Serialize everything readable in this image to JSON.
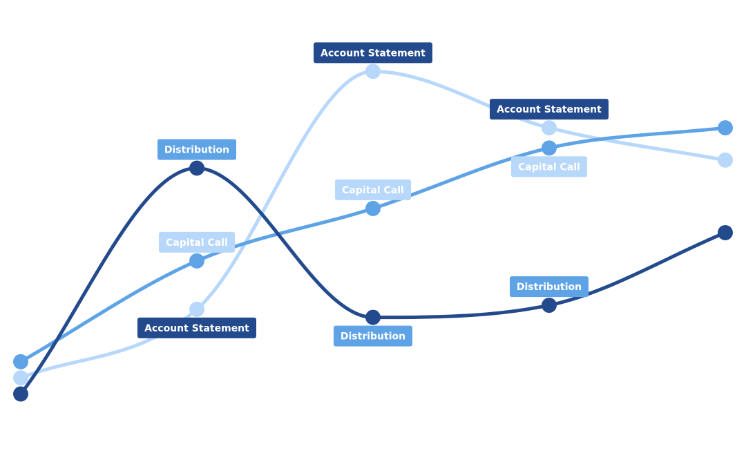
{
  "chart_data": {
    "type": "line",
    "x": [
      0,
      1,
      2,
      3,
      4
    ],
    "xlim": [
      0,
      4
    ],
    "ylim": [
      0,
      100
    ],
    "grid": false,
    "series": [
      {
        "id": "distribution",
        "color": "#234a8c",
        "label_bg": "#5ea3e6",
        "label_color": "#ffffff",
        "values": [
          16,
          72,
          35,
          38,
          56
        ],
        "labels": [
          null,
          {
            "text": "Distribution",
            "pos": "above"
          },
          {
            "text": "Distribution",
            "pos": "below"
          },
          {
            "text": "Distribution",
            "pos": "above"
          },
          null
        ]
      },
      {
        "id": "capital-call",
        "color": "#5ea3e6",
        "label_bg": "#b7d7fb",
        "label_color": "#ffffff",
        "values": [
          24,
          49,
          62,
          77,
          82
        ],
        "labels": [
          null,
          {
            "text": "Capital Call",
            "pos": "above"
          },
          {
            "text": "Capital Call",
            "pos": "above"
          },
          {
            "text": "Capital Call",
            "pos": "below"
          },
          null
        ]
      },
      {
        "id": "account-statement",
        "color": "#b7d7fb",
        "label_bg": "#234a8c",
        "label_color": "#ffffff",
        "values": [
          20,
          37,
          96,
          82,
          74
        ],
        "labels": [
          null,
          {
            "text": "Account Statement",
            "pos": "below"
          },
          {
            "text": "Account Statement",
            "pos": "above"
          },
          {
            "text": "Account Statement",
            "pos": "above"
          },
          null
        ]
      }
    ]
  }
}
